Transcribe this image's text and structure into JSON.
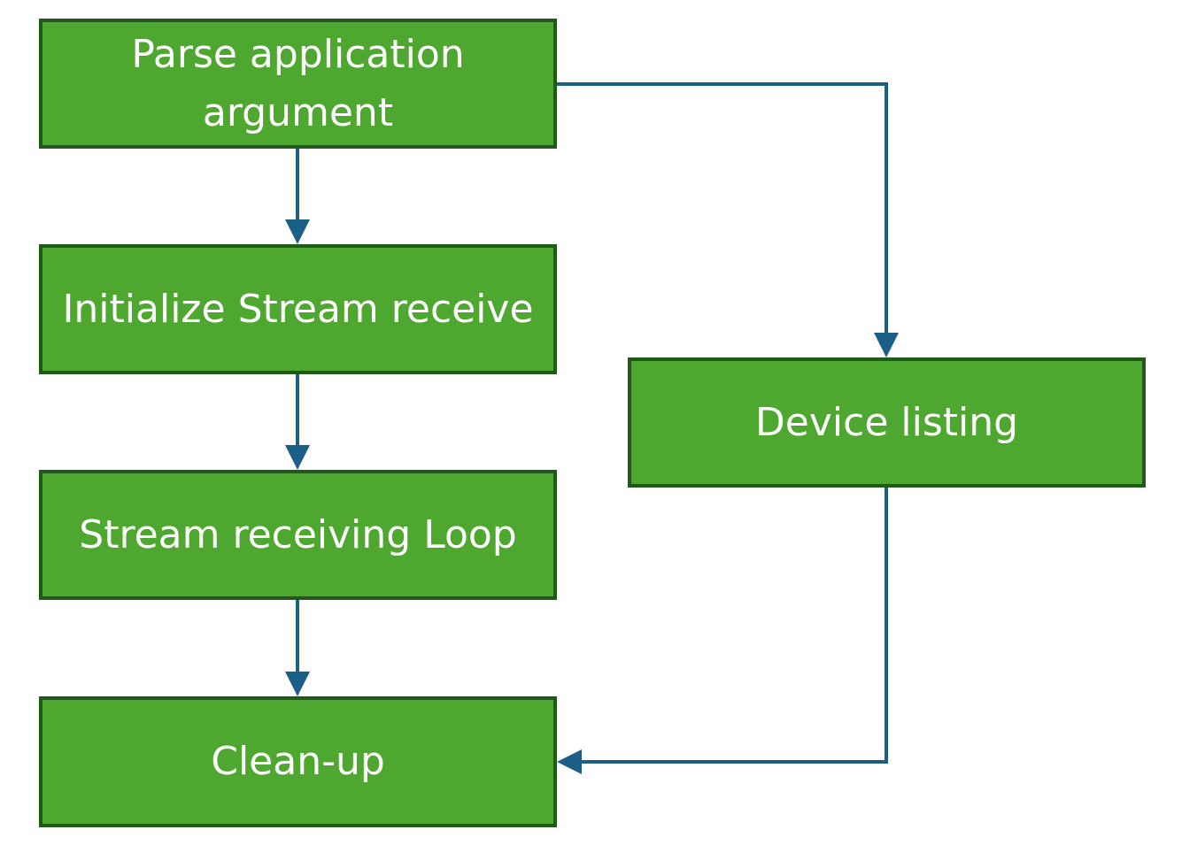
{
  "diagram": {
    "colors": {
      "box_fill": "#4ea72e",
      "box_border": "#1f5a1b",
      "connector": "#1b5e86",
      "text": "#ffffff"
    },
    "nodes": [
      {
        "id": "parse",
        "label": "Parse application argument"
      },
      {
        "id": "init",
        "label": "Initialize Stream receive"
      },
      {
        "id": "loop",
        "label": "Stream receiving Loop"
      },
      {
        "id": "cleanup",
        "label": "Clean-up"
      },
      {
        "id": "device",
        "label": "Device listing"
      }
    ],
    "edges": [
      {
        "from": "parse",
        "to": "init"
      },
      {
        "from": "init",
        "to": "loop"
      },
      {
        "from": "loop",
        "to": "cleanup"
      },
      {
        "from": "parse",
        "to": "device"
      },
      {
        "from": "device",
        "to": "cleanup"
      }
    ]
  }
}
